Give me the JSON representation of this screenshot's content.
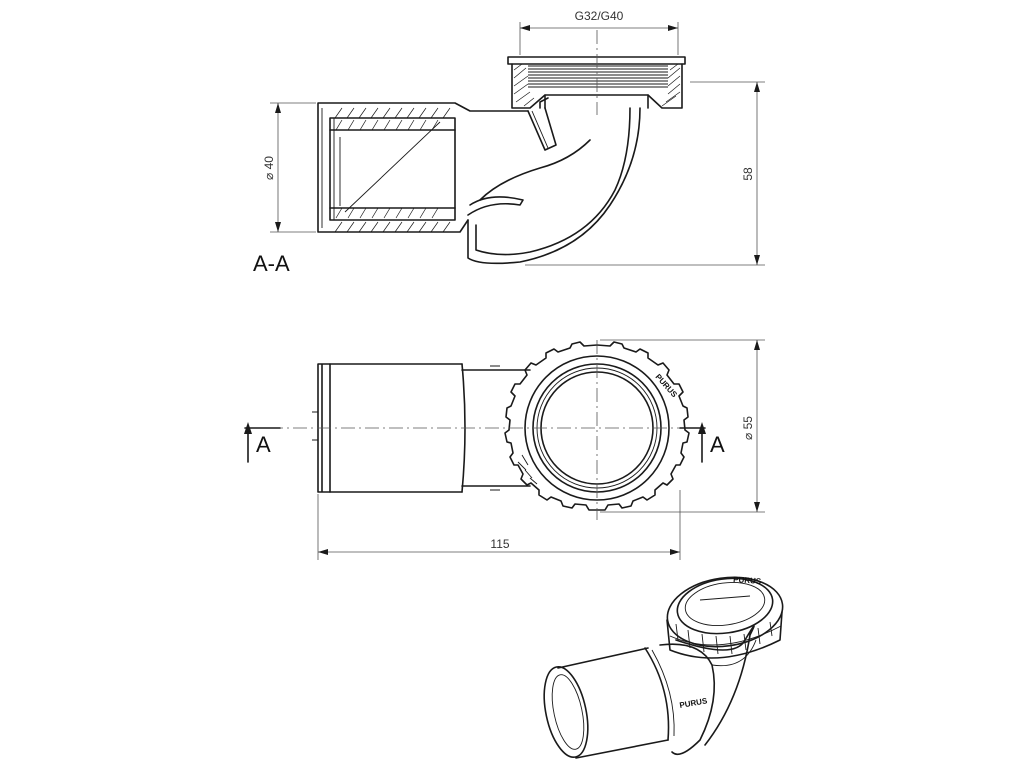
{
  "section_title": "A-A",
  "section_marker": "A",
  "dimensions": {
    "thread": "G32/G40",
    "height": "58",
    "inlet_diameter": "⌀ 40",
    "nut_diameter": "⌀ 55",
    "length": "115"
  },
  "brand_mark": "PURUS",
  "colors": {
    "line": "#1a1a1a",
    "dimension": "#555555"
  }
}
